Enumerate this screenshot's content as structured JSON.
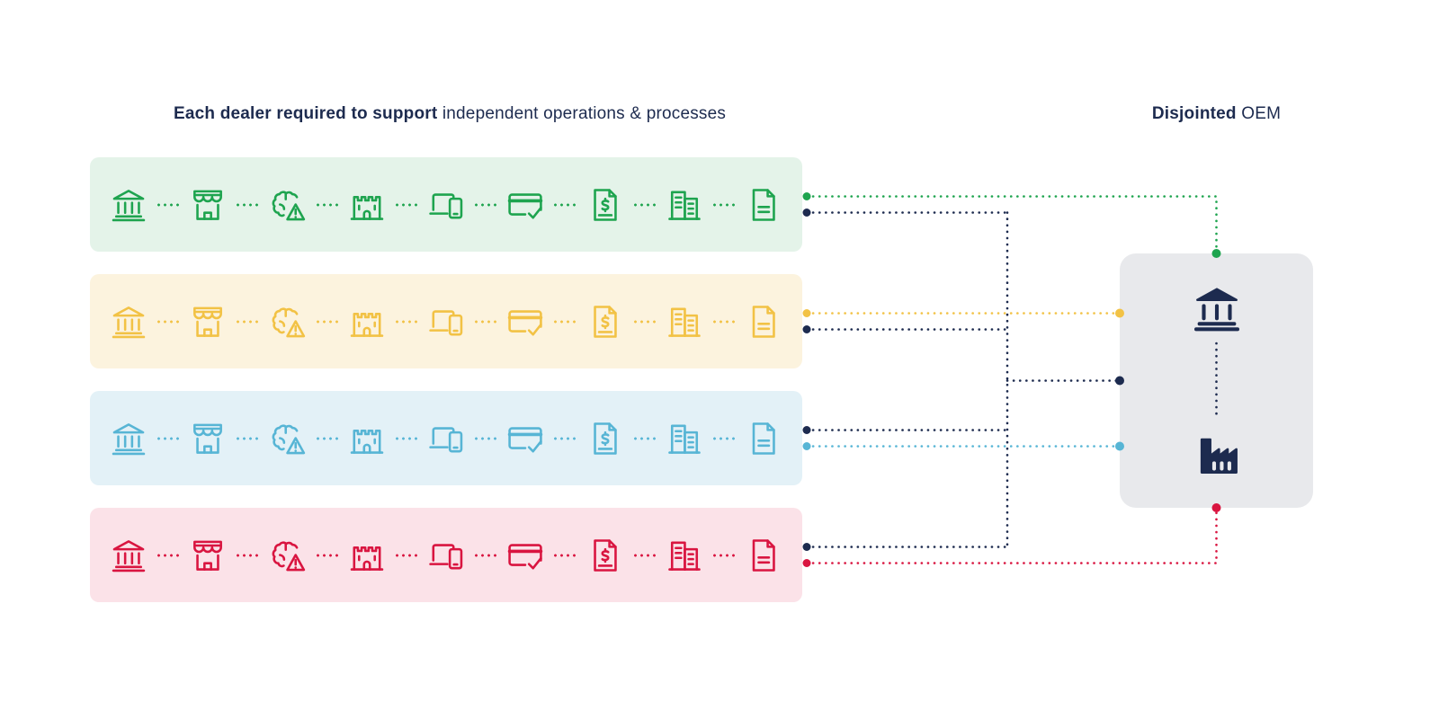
{
  "titles": {
    "left_bold": "Each dealer required to support",
    "left_regular": " independent operations & processes",
    "right_bold": "Disjointed",
    "right_regular": " OEM"
  },
  "palette": {
    "navy": "#1d2b4f",
    "green": "#1ea44f",
    "green_bg": "#e4f3e9",
    "yellow": "#f2c245",
    "yellow_bg": "#fcf3de",
    "blue": "#57b5d5",
    "blue_bg": "#e3f1f7",
    "red": "#d91540",
    "red_bg": "#fbe2e8",
    "oem_box_bg": "#e8e9ec"
  },
  "lanes": [
    {
      "id": "dealer-lane-1",
      "color": "green"
    },
    {
      "id": "dealer-lane-2",
      "color": "yellow"
    },
    {
      "id": "dealer-lane-3",
      "color": "blue"
    },
    {
      "id": "dealer-lane-4",
      "color": "red"
    }
  ],
  "lane_icons": [
    "bank",
    "store",
    "brain-warning",
    "castle",
    "devices",
    "card-check",
    "invoice",
    "ledger",
    "document"
  ],
  "oem": {
    "icons": [
      "bank",
      "factory"
    ]
  }
}
